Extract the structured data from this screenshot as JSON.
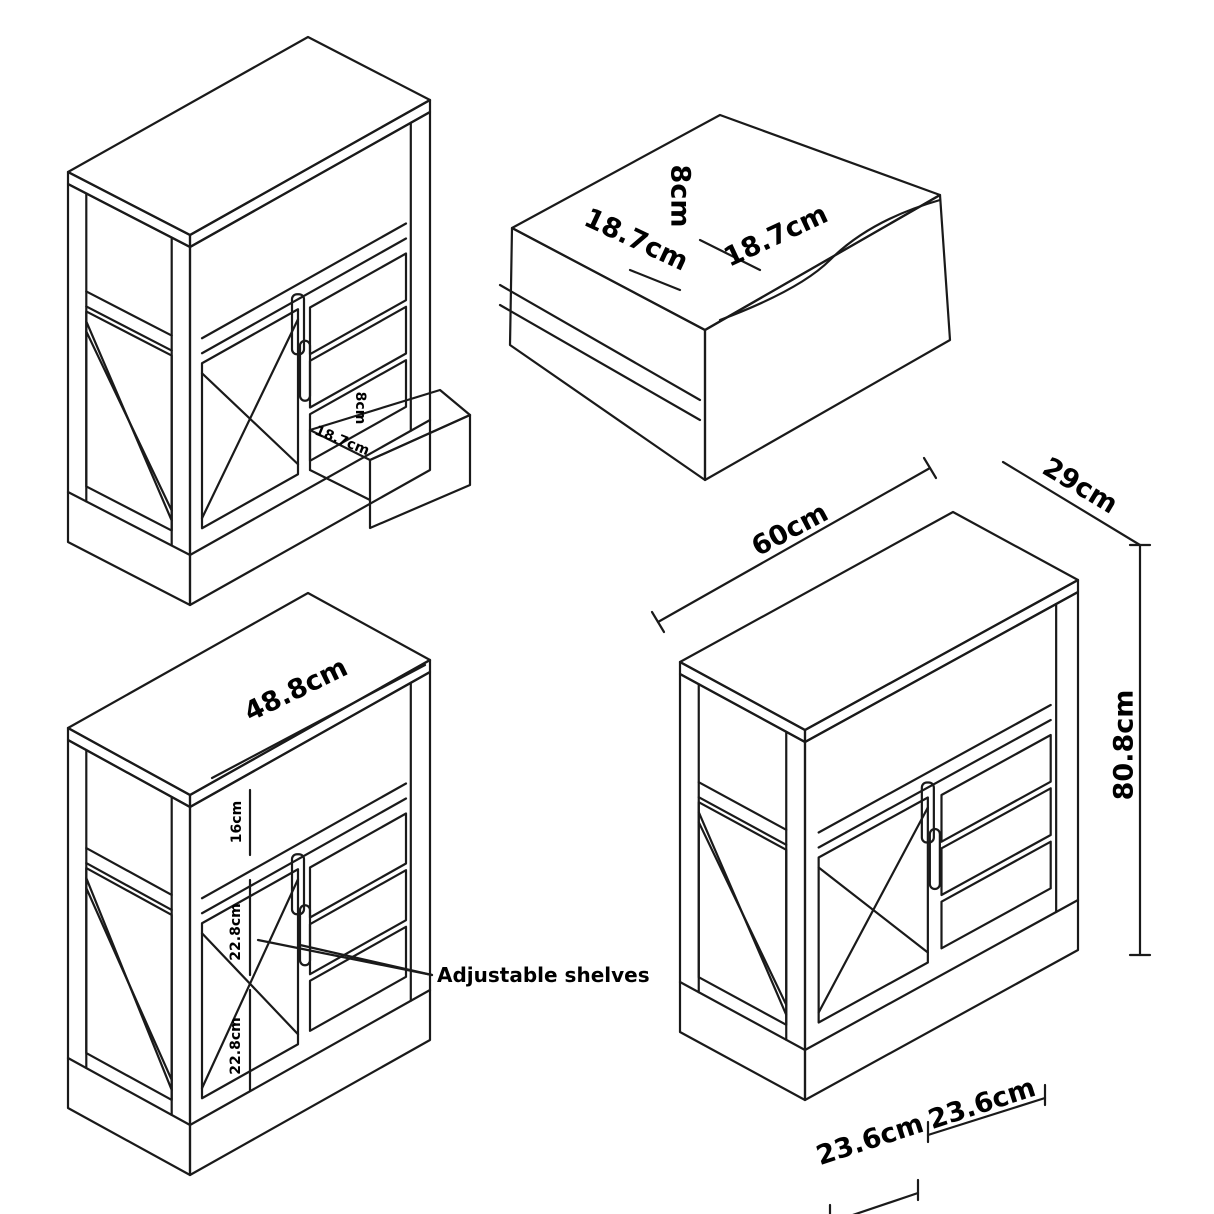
{
  "colors": {
    "line": "#1a1a1a",
    "background": "#ffffff"
  },
  "drawer_detail": {
    "height": "8cm",
    "inner_width_left": "18.7cm",
    "inner_width_right": "18.7cm"
  },
  "cabinet_open_drawer": {
    "drawer_height": "8cm",
    "drawer_width": "18.7cm"
  },
  "cabinet_shelves": {
    "top_width": "48.8cm",
    "open_shelf_height": "16cm",
    "shelf_height_upper": "22.8cm",
    "shelf_height_lower": "22.8cm",
    "callout": "Adjustable shelves"
  },
  "cabinet_overall": {
    "width": "60cm",
    "depth": "29cm",
    "height": "80.8cm",
    "section_left": "23.6cm",
    "section_right": "23.6cm"
  }
}
